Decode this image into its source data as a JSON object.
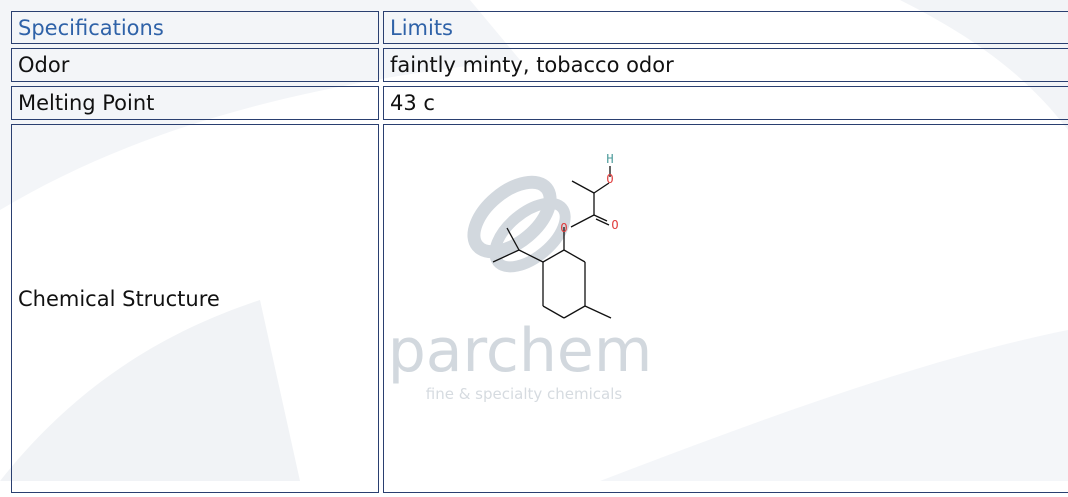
{
  "table": {
    "headers": [
      "Specifications",
      "Limits"
    ],
    "rows": [
      {
        "label": "Odor",
        "value": "faintly minty, tobacco odor"
      },
      {
        "label": "Melting Point",
        "value": "43 c"
      },
      {
        "label": "Chemical Structure",
        "value": ""
      }
    ]
  },
  "watermark": {
    "brand": "parchem",
    "tagline": "fine & specialty chemicals"
  },
  "structure": {
    "atom_labels": [
      "H",
      "O",
      "O",
      "O"
    ]
  },
  "colors": {
    "header_text": "#2f62a8",
    "border": "#2a3f70",
    "oxygen": "#e03a3a",
    "hydrogen": "#4a9a9a",
    "watermark": "#d2d8de"
  }
}
